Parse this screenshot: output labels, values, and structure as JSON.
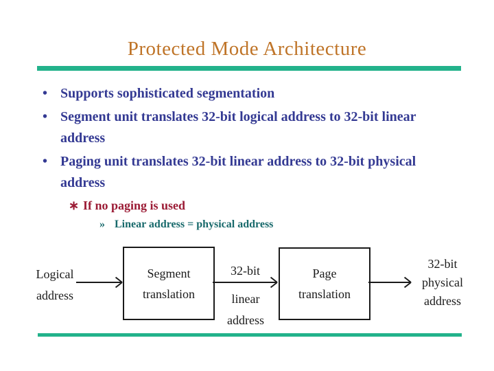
{
  "title": {
    "text": "Protected Mode Architecture"
  },
  "colors": {
    "title": "#bf7428",
    "accent_bar": "#23b28b",
    "bullet_text": "#343a93",
    "sub_bullet_text": "#9b1b35",
    "sub_sub_bullet_text": "#17696b",
    "diagram_ink": "#1a1a1a",
    "background": "#ffffff"
  },
  "bullets": [
    {
      "marker": "•",
      "text": "Supports sophisticated segmentation"
    },
    {
      "marker": "•",
      "text": "Segment unit translates 32-bit logical address to 32-bit linear address"
    },
    {
      "marker": "•",
      "text": "Paging unit translates 32-bit linear address to 32-bit physical address"
    }
  ],
  "sub_bullet": {
    "marker": "∗",
    "text": "If no paging is used"
  },
  "sub_sub_bullet": {
    "marker": "»",
    "text": "Linear address = physical address"
  },
  "diagram": {
    "input": {
      "lines": [
        "Logical",
        "address"
      ]
    },
    "segment_box": {
      "lines": [
        "Segment",
        "translation"
      ]
    },
    "mid": {
      "top": "32-bit",
      "lines": [
        "linear",
        "address"
      ]
    },
    "page_box": {
      "lines": [
        "Page",
        "translation"
      ]
    },
    "output": {
      "lines": [
        "32-bit",
        "physical",
        "address"
      ]
    }
  }
}
